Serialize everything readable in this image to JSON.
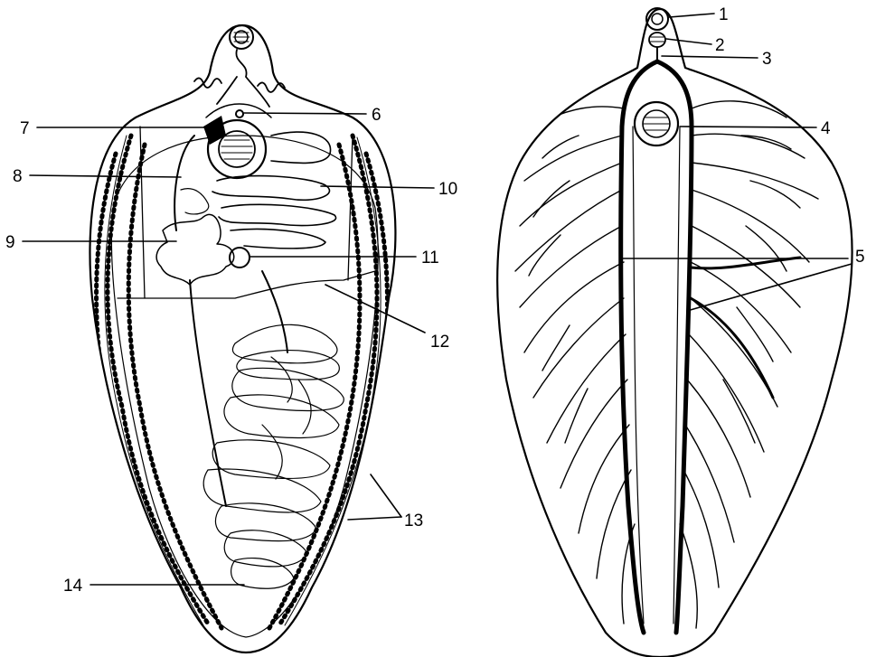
{
  "labels": [
    {
      "id": "1",
      "text": "1"
    },
    {
      "id": "2",
      "text": "2"
    },
    {
      "id": "3",
      "text": "3"
    },
    {
      "id": "4",
      "text": "4"
    },
    {
      "id": "5",
      "text": "5"
    },
    {
      "id": "6",
      "text": "6"
    },
    {
      "id": "7",
      "text": "7"
    },
    {
      "id": "8",
      "text": "8"
    },
    {
      "id": "9",
      "text": "9"
    },
    {
      "id": "10",
      "text": "10"
    },
    {
      "id": "11",
      "text": "11"
    },
    {
      "id": "12",
      "text": "12"
    },
    {
      "id": "13",
      "text": "13"
    },
    {
      "id": "14",
      "text": "14"
    }
  ],
  "colors": {
    "ink": "#000000",
    "paper": "#ffffff"
  }
}
